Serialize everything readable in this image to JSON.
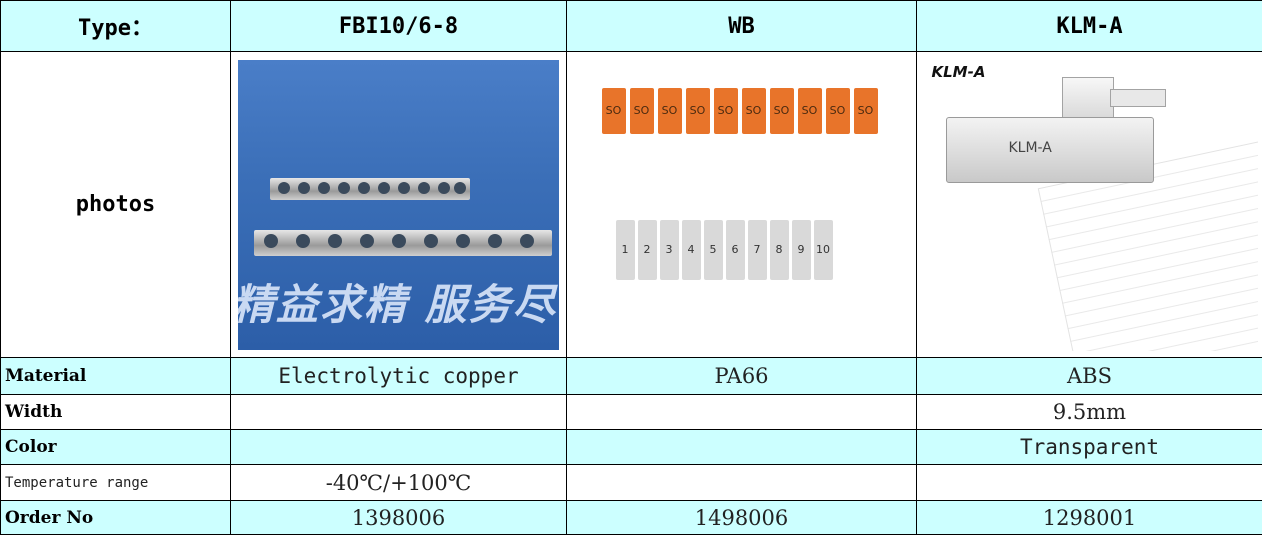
{
  "header": {
    "type_label": "Type：",
    "col1": "FBI10/6-8",
    "col2": "WB",
    "col3": "KLM-A"
  },
  "rows": {
    "photos_label": "photos",
    "material_label": "Material",
    "width_label": "Width",
    "color_label": "Color",
    "temp_label": "Temperature range",
    "order_label": "Order No"
  },
  "values": {
    "material": [
      "Electrolytic copper",
      "PA66",
      "ABS"
    ],
    "width": [
      "",
      "",
      "9.5mm"
    ],
    "color": [
      "",
      "",
      "Transparent"
    ],
    "temp": [
      "-40℃/+100℃",
      "",
      ""
    ],
    "order": [
      "1398006",
      "1498006",
      "1298001"
    ]
  },
  "photos": {
    "p1_watermark": "精益求精  服务尽",
    "p2_orange_marks": [
      "SO",
      "SO",
      "SO",
      "SO",
      "SO",
      "SO",
      "SO",
      "SO",
      "SO",
      "SO"
    ],
    "p2_grey_marks": [
      "1",
      "2",
      "3",
      "4",
      "5",
      "6",
      "7",
      "8",
      "9",
      "10"
    ],
    "p3_title": "KLM-A",
    "p3_holder_text": "KLM-A"
  },
  "colors": {
    "header_bg": "#ccffff",
    "alt_bg": "#ccffff",
    "border": "#000000"
  }
}
